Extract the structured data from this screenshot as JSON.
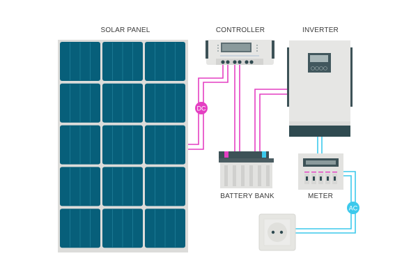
{
  "labels": {
    "solar_panel": "SOLAR PANEL",
    "controller": "CONTROLLER",
    "inverter": "INVERTER",
    "battery_bank": "BATTERY BANK",
    "meter": "METER"
  },
  "badges": {
    "dc": "DC",
    "ac": "AC"
  },
  "colors": {
    "panel_cell": "#075f7a",
    "panel_frame": "#dcdcda",
    "dc_wire": "#e43fc2",
    "ac_wire": "#3cc9ec",
    "device_body": "#e8e8e6",
    "device_dark": "#2f4a50"
  }
}
